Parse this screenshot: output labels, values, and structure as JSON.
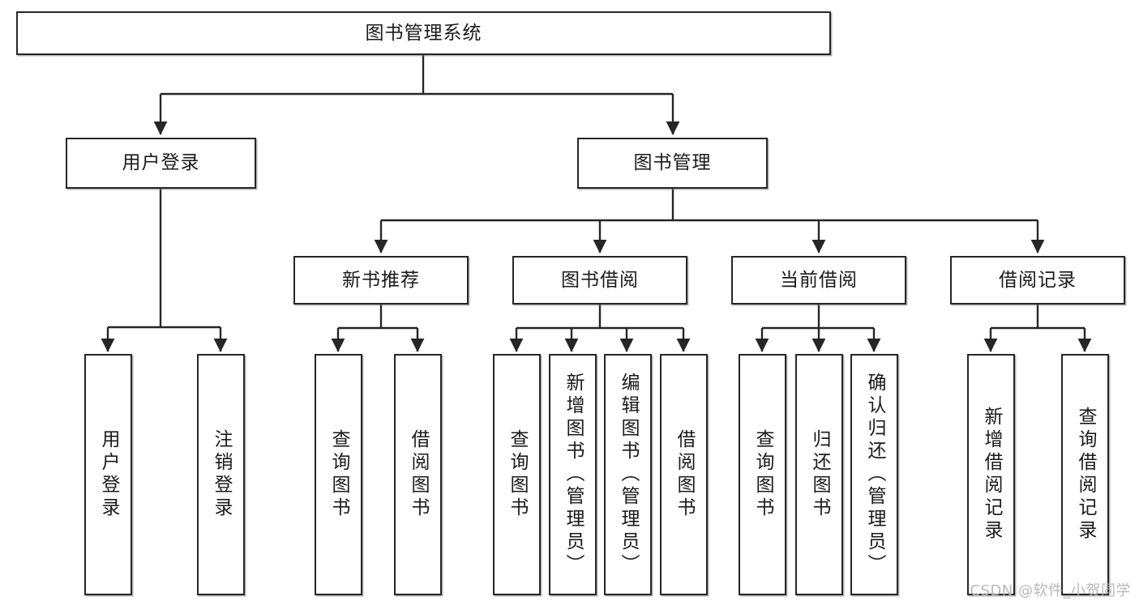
{
  "diagram": {
    "type": "tree",
    "title": "图书管理系统",
    "orientation": "top-down",
    "colors": {
      "box_border": "#262626",
      "box_fill": "#ffffff",
      "edge": "#262626",
      "text": "#1a1a1a",
      "watermark": "#b8b8b8"
    },
    "nodes": {
      "root": {
        "label": "图书管理系统",
        "level": 1
      },
      "l2": [
        {
          "id": "user-login",
          "label": "用户登录",
          "level": 2
        },
        {
          "id": "book-manage",
          "label": "图书管理",
          "level": 2
        }
      ],
      "l3": [
        {
          "id": "new-book-recommend",
          "label": "新书推荐",
          "level": 3
        },
        {
          "id": "book-borrow",
          "label": "图书借阅",
          "level": 3
        },
        {
          "id": "current-borrow",
          "label": "当前借阅",
          "level": 3
        },
        {
          "id": "borrow-record",
          "label": "借阅记录",
          "level": 3
        }
      ],
      "leaves": [
        {
          "id": "leaf-user-login",
          "label": "用户登录",
          "parent": "user-login"
        },
        {
          "id": "leaf-user-logout",
          "label": "注销登录",
          "parent": "user-login"
        },
        {
          "id": "leaf-query-book-1",
          "label": "查询图书",
          "parent": "new-book-recommend"
        },
        {
          "id": "leaf-borrow-book-1",
          "label": "借阅图书",
          "parent": "new-book-recommend"
        },
        {
          "id": "leaf-query-book-2",
          "label": "查询图书",
          "parent": "book-borrow"
        },
        {
          "id": "leaf-add-book",
          "label": "新增图书（管理员）",
          "parent": "book-borrow"
        },
        {
          "id": "leaf-edit-book",
          "label": "编辑图书（管理员）",
          "parent": "book-borrow"
        },
        {
          "id": "leaf-borrow-book-2",
          "label": "借阅图书",
          "parent": "book-borrow"
        },
        {
          "id": "leaf-query-book-3",
          "label": "查询图书",
          "parent": "current-borrow"
        },
        {
          "id": "leaf-return-book",
          "label": "归还图书",
          "parent": "current-borrow"
        },
        {
          "id": "leaf-confirm-return",
          "label": "确认归还（管理员）",
          "parent": "current-borrow"
        },
        {
          "id": "leaf-add-record",
          "label": "新增借阅记录",
          "parent": "borrow-record"
        },
        {
          "id": "leaf-query-record",
          "label": "查询借阅记录",
          "parent": "borrow-record"
        }
      ]
    }
  },
  "watermark": {
    "text": "CSDN @软件_小贺同学"
  }
}
